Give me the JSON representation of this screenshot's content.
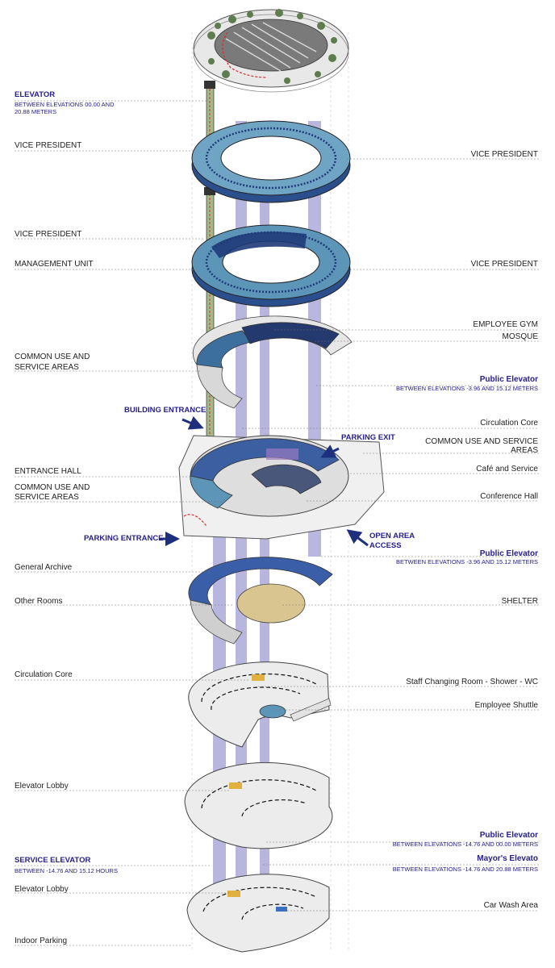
{
  "colors": {
    "shaft": "#7f7cc4",
    "blue_text": "#27208a",
    "glass": "#5d95b8",
    "dark_glass": "#1f3a78",
    "slab": "#e4e4e4",
    "shelter": "#d9c58f",
    "elevator_green": "#8fa86a",
    "dash_red": "#d03030",
    "highlight_yellow": "#e0b040",
    "arrow": "#1e2f7e"
  },
  "labels": {
    "elevator_title": "ELEVATOR",
    "elevator_sub1": "BETWEEN ELEVATIONS 00.00 AND",
    "elevator_sub2": "20.88 METERS",
    "vp_left_1": "VICE PRESIDENT",
    "vp_right_1": "VICE PRESIDENT",
    "vp_left_2": "VICE PRESIDENT",
    "management_unit": "MANAGEMENT UNIT",
    "vp_right_2": "VICE PRESIDENT",
    "employee_gym": "EMPLOYEE GYM",
    "mosque": "MOSQUE",
    "common_use_1a": "COMMON USE AND",
    "common_use_1b": "SERVICE AREAS",
    "public_elevator_1": "Public Elevator",
    "public_elevator_1_sub": "BETWEEN ELEVATIONS -3.96 AND 15.12 METERS",
    "building_entrance": "BUILDING ENTRANCE",
    "circulation_core_1": "Circulation Core",
    "parking_exit": "PARKING EXIT",
    "common_use_right_a": "COMMON USE AND SERVICE",
    "common_use_right_b": "AREAS",
    "entrance_hall": "ENTRANCE HALL",
    "cafe_service": "Café and Service",
    "common_use_2a": "COMMON USE AND",
    "common_use_2b": "SERVICE AREAS",
    "conference_hall": "Conference Hall",
    "parking_entrance": "PARKING ENTRANCE",
    "open_area_a": "OPEN AREA",
    "open_area_b": "ACCESS",
    "public_elevator_2": "Public Elevator",
    "public_elevator_2_sub": "BETWEEN ELEVATIONS -3.96 AND 15.12 METERS",
    "general_archive": "General Archive",
    "other_rooms": "Other Rooms",
    "shelter": "SHELTER",
    "circulation_core_2": "Circulation Core",
    "staff_changing": "Staff Changing Room - Shower - WC",
    "employee_shuttle": "Employee Shuttle",
    "elevator_lobby_1": "Elevator Lobby",
    "public_elevator_3": "Public Elevator",
    "public_elevator_3_sub": "BETWEEN ELEVATIONS -14.76 AND 00.00 METERS",
    "service_elevator": "SERVICE ELEVATOR",
    "service_elevator_sub": "BETWEEN -14.76 AND 15.12 HOURS",
    "mayors_elevator": "Mayor's Elevato",
    "mayors_elevator_sub": "BETWEEN ELEVATIONS -14.76 AND 20.88 METERS",
    "elevator_lobby_2": "Elevator Lobby",
    "car_wash": "Car Wash Area",
    "indoor_parking": "Indoor Parking"
  }
}
